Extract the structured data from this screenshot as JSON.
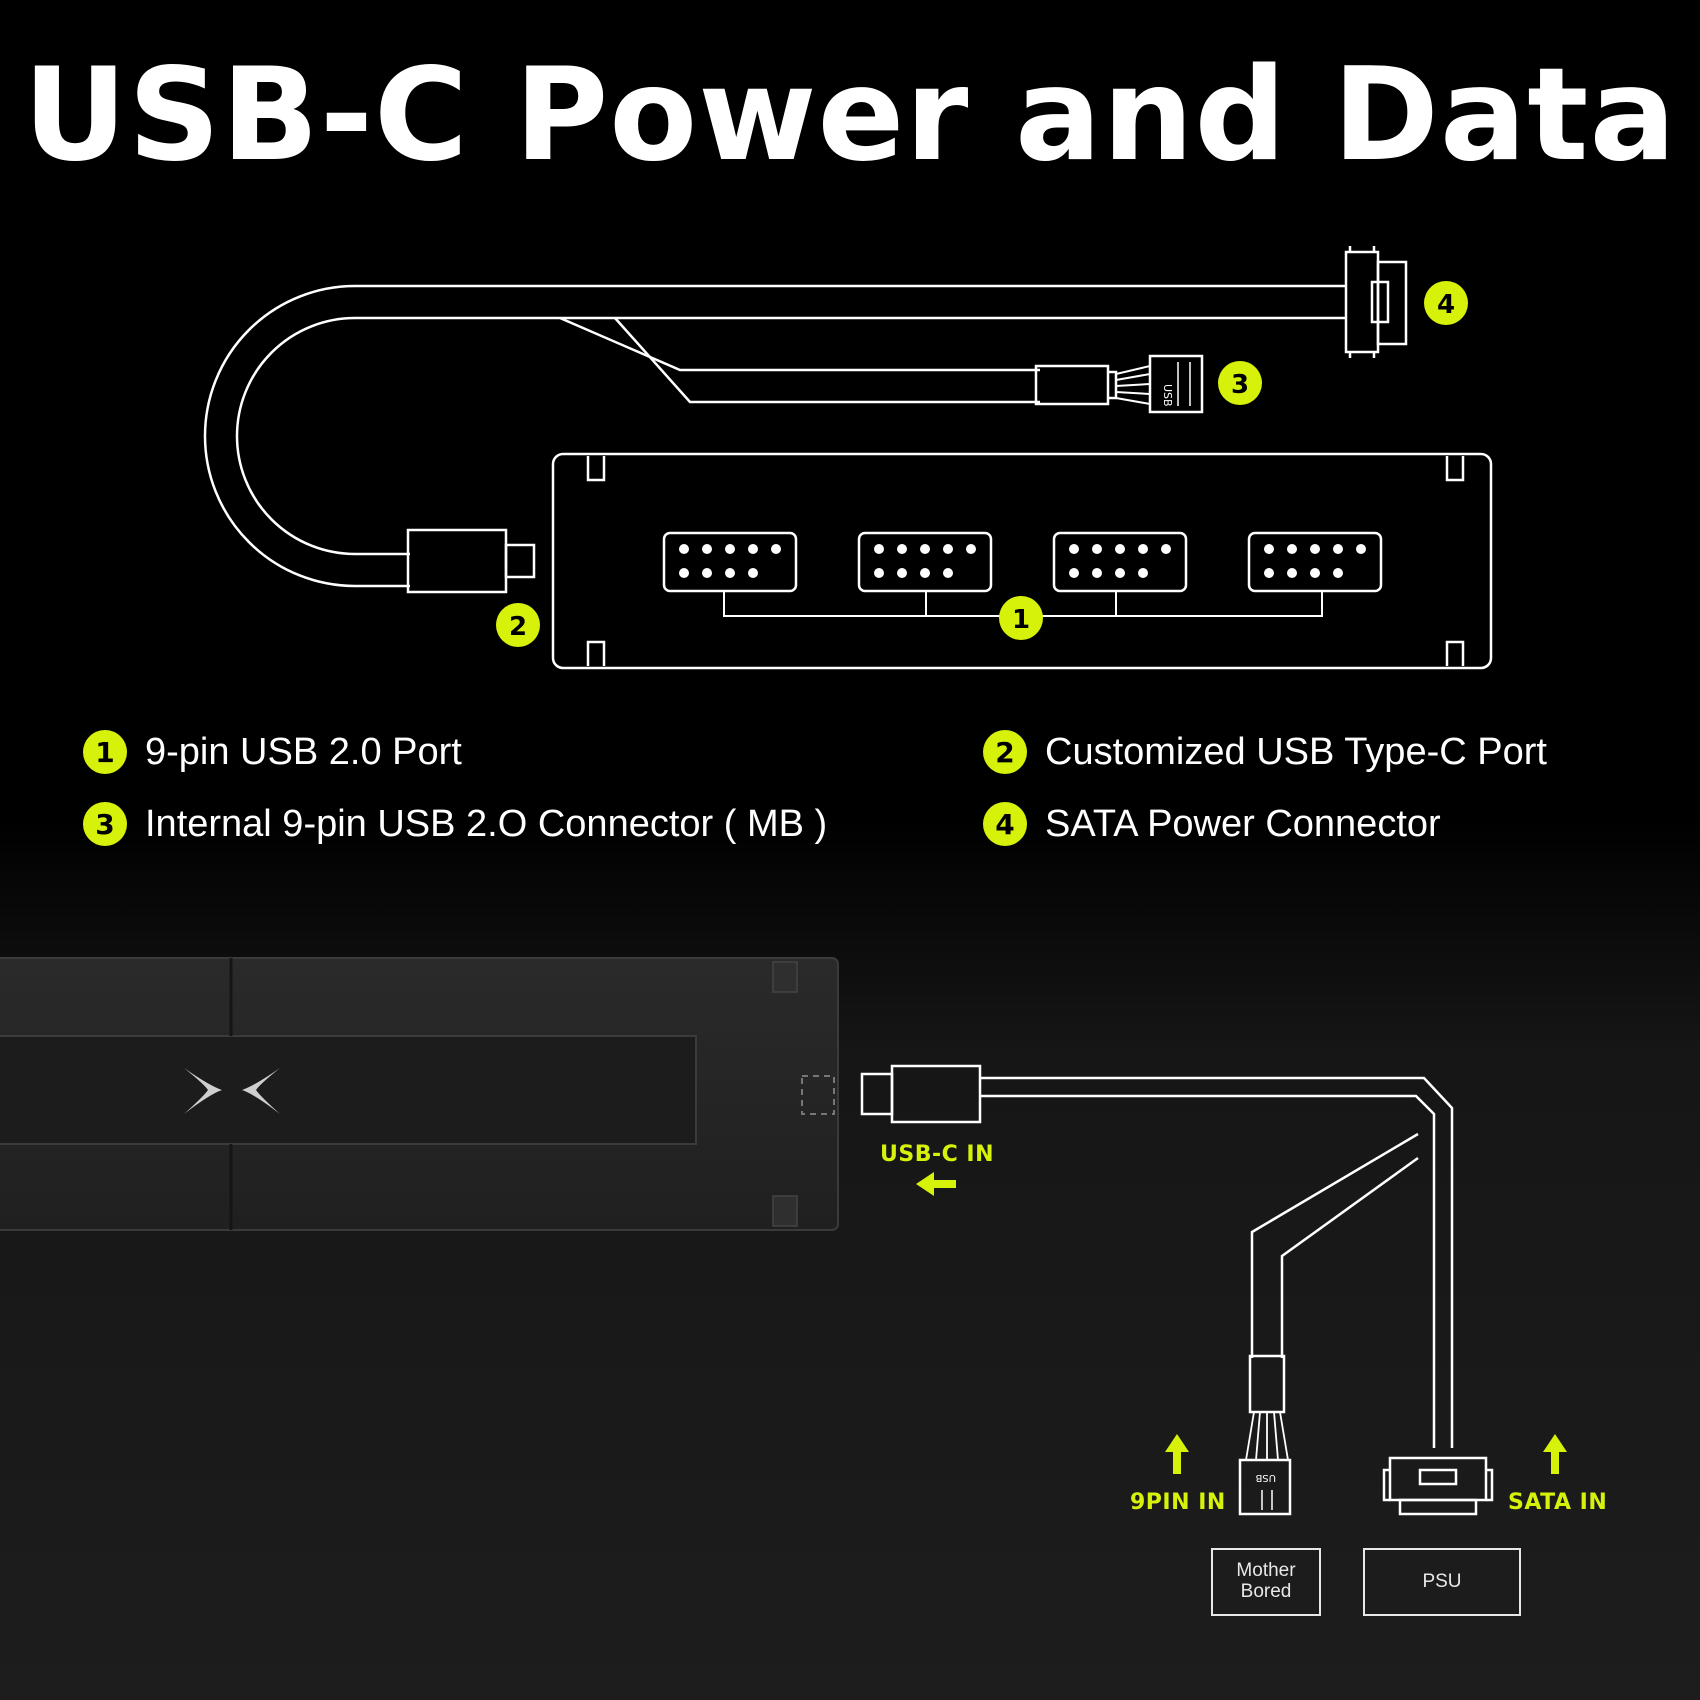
{
  "title": "USB-C Power and Data",
  "accent_color": "#d7f20a",
  "diagram_badges": [
    "1",
    "2",
    "3",
    "4"
  ],
  "diagram_small_labels": {
    "usb_header": "USB"
  },
  "legend": [
    {
      "num": "1",
      "text": "9-pin USB 2.0 Port"
    },
    {
      "num": "2",
      "text": "Customized USB Type-C Port"
    },
    {
      "num": "3",
      "text": "Internal 9-pin USB 2.O Connector ( MB )"
    },
    {
      "num": "4",
      "text": "SATA Power Connector"
    }
  ],
  "callouts": {
    "usbc_in": "USB-C IN",
    "pin9_in": "9PIN IN",
    "sata_in": "SATA IN"
  },
  "targets": {
    "motherboard": [
      "Mother",
      "Bored"
    ],
    "psu": "PSU"
  },
  "icons": [
    "left-arrow-icon",
    "up-arrow-icon",
    "x-logo-icon"
  ]
}
